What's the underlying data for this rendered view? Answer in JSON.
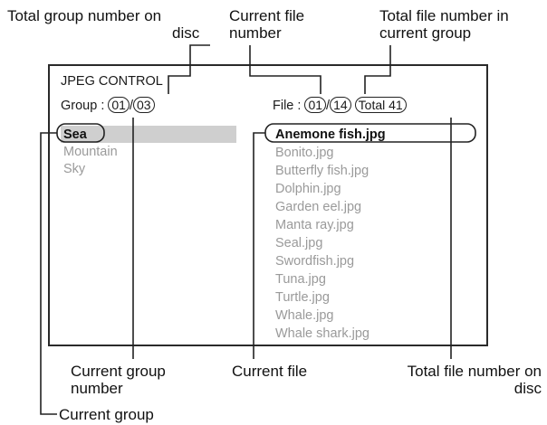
{
  "callouts": {
    "total_group_line1": "Total group number on",
    "total_group_line2": "disc",
    "current_file_line1": "Current file",
    "current_file_line2": "number",
    "total_file_group_line1": "Total file number in",
    "total_file_group_line2": "current group",
    "current_group_number_line1": "Current group",
    "current_group_number_line2": "number",
    "current_file": "Current file",
    "total_file_disc_line1": "Total file number on",
    "total_file_disc_line2": "disc",
    "current_group": "Current group"
  },
  "screen": {
    "title": "JPEG CONTROL",
    "group_label": "Group :",
    "group_current": "01",
    "group_sep": "/",
    "group_total": "03",
    "file_label": "File :",
    "file_current": "01",
    "file_sep": "/",
    "file_in_group": "14",
    "file_total": "Total 41",
    "groups": [
      "Sea",
      "Mountain",
      "Sky"
    ],
    "files": [
      "Anemone fish.jpg",
      "Bonito.jpg",
      "Butterfly fish.jpg",
      "Dolphin.jpg",
      "Garden eel.jpg",
      "Manta ray.jpg",
      "Seal.jpg",
      "Swordfish.jpg",
      "Tuna.jpg",
      "Turtle.jpg",
      "Whale.jpg",
      "Whale shark.jpg"
    ]
  },
  "colors": {
    "line": "#222222",
    "selection_bar": "#cfcfcf",
    "dim_text": "#9a9a9a"
  }
}
